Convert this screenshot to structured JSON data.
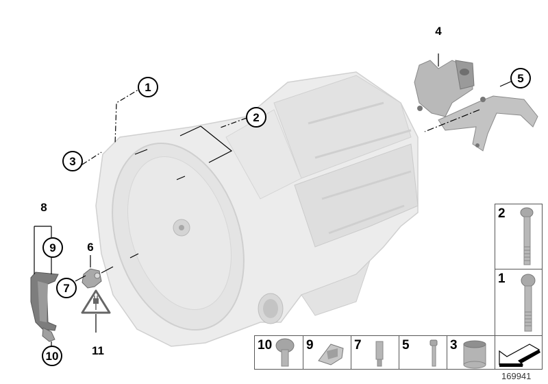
{
  "diagram": {
    "id_number": "169941",
    "colors": {
      "background": "#ffffff",
      "part_light": "#e6e6e6",
      "part_mid": "#c8c8c8",
      "part_dark": "#8c8c8c",
      "line": "#000000",
      "grid_border": "#555555"
    }
  },
  "callouts": [
    {
      "number": "1",
      "style": "circled"
    },
    {
      "number": "2",
      "style": "circled"
    },
    {
      "number": "3",
      "style": "circled"
    },
    {
      "number": "4",
      "style": "plain"
    },
    {
      "number": "5",
      "style": "circled"
    },
    {
      "number": "6",
      "style": "plain"
    },
    {
      "number": "7",
      "style": "circled"
    },
    {
      "number": "8",
      "style": "plain"
    },
    {
      "number": "9",
      "style": "circled"
    },
    {
      "number": "10",
      "style": "circled"
    },
    {
      "number": "11",
      "style": "plain"
    }
  ],
  "parts_grid": {
    "right_column": [
      {
        "number": "2",
        "part": "long-torx-bolt"
      },
      {
        "number": "1",
        "part": "torx-bolt"
      }
    ],
    "bottom_row": [
      {
        "number": "10",
        "part": "hex-flange-bolt"
      },
      {
        "number": "9",
        "part": "clip-nut"
      },
      {
        "number": "7",
        "part": "stud-spacer"
      },
      {
        "number": "5",
        "part": "hex-bolt"
      },
      {
        "number": "3",
        "part": "dowel-sleeve"
      },
      {
        "number": "",
        "part": "orientation-arrow"
      }
    ]
  },
  "warning_symbol": {
    "number": "11",
    "meaning": "electrical-connector-warning"
  }
}
